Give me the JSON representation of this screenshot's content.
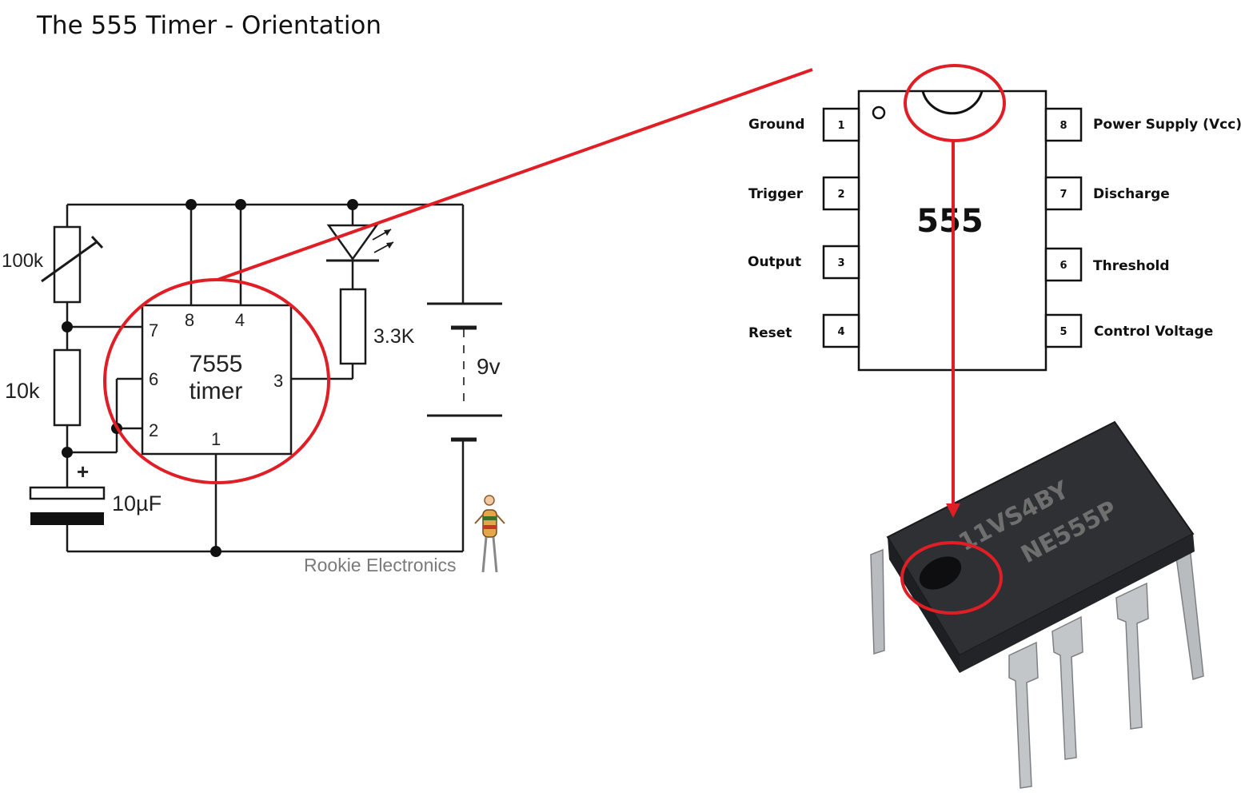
{
  "title": "The 555 Timer - Orientation",
  "schematic": {
    "timer_line1": "7555",
    "timer_line2": "timer",
    "pins": {
      "p8": "8",
      "p4": "4",
      "p7": "7",
      "p6": "6",
      "p2": "2",
      "p3": "3",
      "p1": "1"
    },
    "pot": "100k",
    "resistor": "10k",
    "led_resistor": "3.3K",
    "battery": "9v",
    "capacitor": "10µF",
    "capacitor_polarity": "+",
    "credit": "Rookie Electronics"
  },
  "pinout": {
    "chip_label": "555",
    "left_pins": [
      {
        "num": "1",
        "name": "Ground"
      },
      {
        "num": "2",
        "name": "Trigger"
      },
      {
        "num": "3",
        "name": "Output"
      },
      {
        "num": "4",
        "name": "Reset"
      }
    ],
    "right_pins": [
      {
        "num": "8",
        "name": "Power Supply (Vcc)"
      },
      {
        "num": "7",
        "name": "Discharge"
      },
      {
        "num": "6",
        "name": "Threshold"
      },
      {
        "num": "5",
        "name": "Control Voltage"
      }
    ]
  },
  "chip_photo": {
    "marking_line1": "11VS4BY",
    "marking_line2": "NE555P"
  },
  "colors": {
    "highlight": "#e01e25",
    "chip_body": "#2b2c30"
  }
}
